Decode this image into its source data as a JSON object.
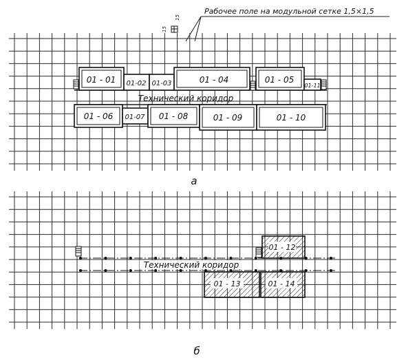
{
  "header_note": "Рабочее поле на модульной сетке 1,5×1,5",
  "module_dims": [
    "15",
    "15"
  ],
  "figure_a": {
    "caption": "а",
    "corridor_label": "Технический коридор",
    "rooms_top": [
      "01 - 01",
      "01-02",
      "01-03",
      "01 - 04",
      "01 - 05"
    ],
    "rooms_bottom": [
      "01 - 06",
      "01-07",
      "01 - 08",
      "01 - 09",
      "01 - 10"
    ],
    "room_extra": "01-11"
  },
  "figure_b": {
    "caption": "б",
    "corridor_label": "Технический коридор",
    "rooms": [
      "01 - 12",
      "01 - 13",
      "01 - 14"
    ]
  }
}
